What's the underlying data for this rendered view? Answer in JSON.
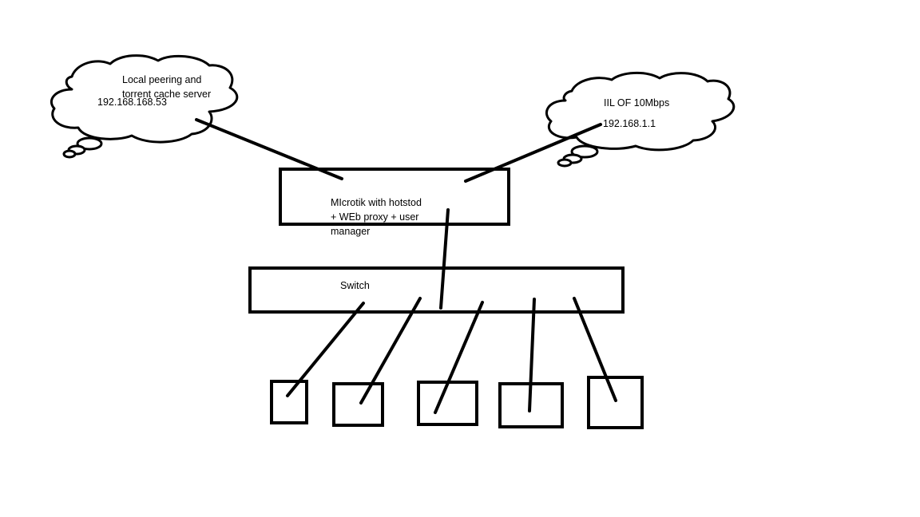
{
  "diagram": {
    "left_cloud": {
      "title": "Local peering and\ntorrent cache server",
      "ip": "192.168.168.53"
    },
    "right_cloud": {
      "title": "IIL OF 10Mbps",
      "ip": "192.168.1.1"
    },
    "router": {
      "label": "MIcrotik with hotstod\n+ WEb proxy + user\nmanager"
    },
    "switch": {
      "label": "Switch"
    },
    "clients": {
      "count": 5
    }
  }
}
